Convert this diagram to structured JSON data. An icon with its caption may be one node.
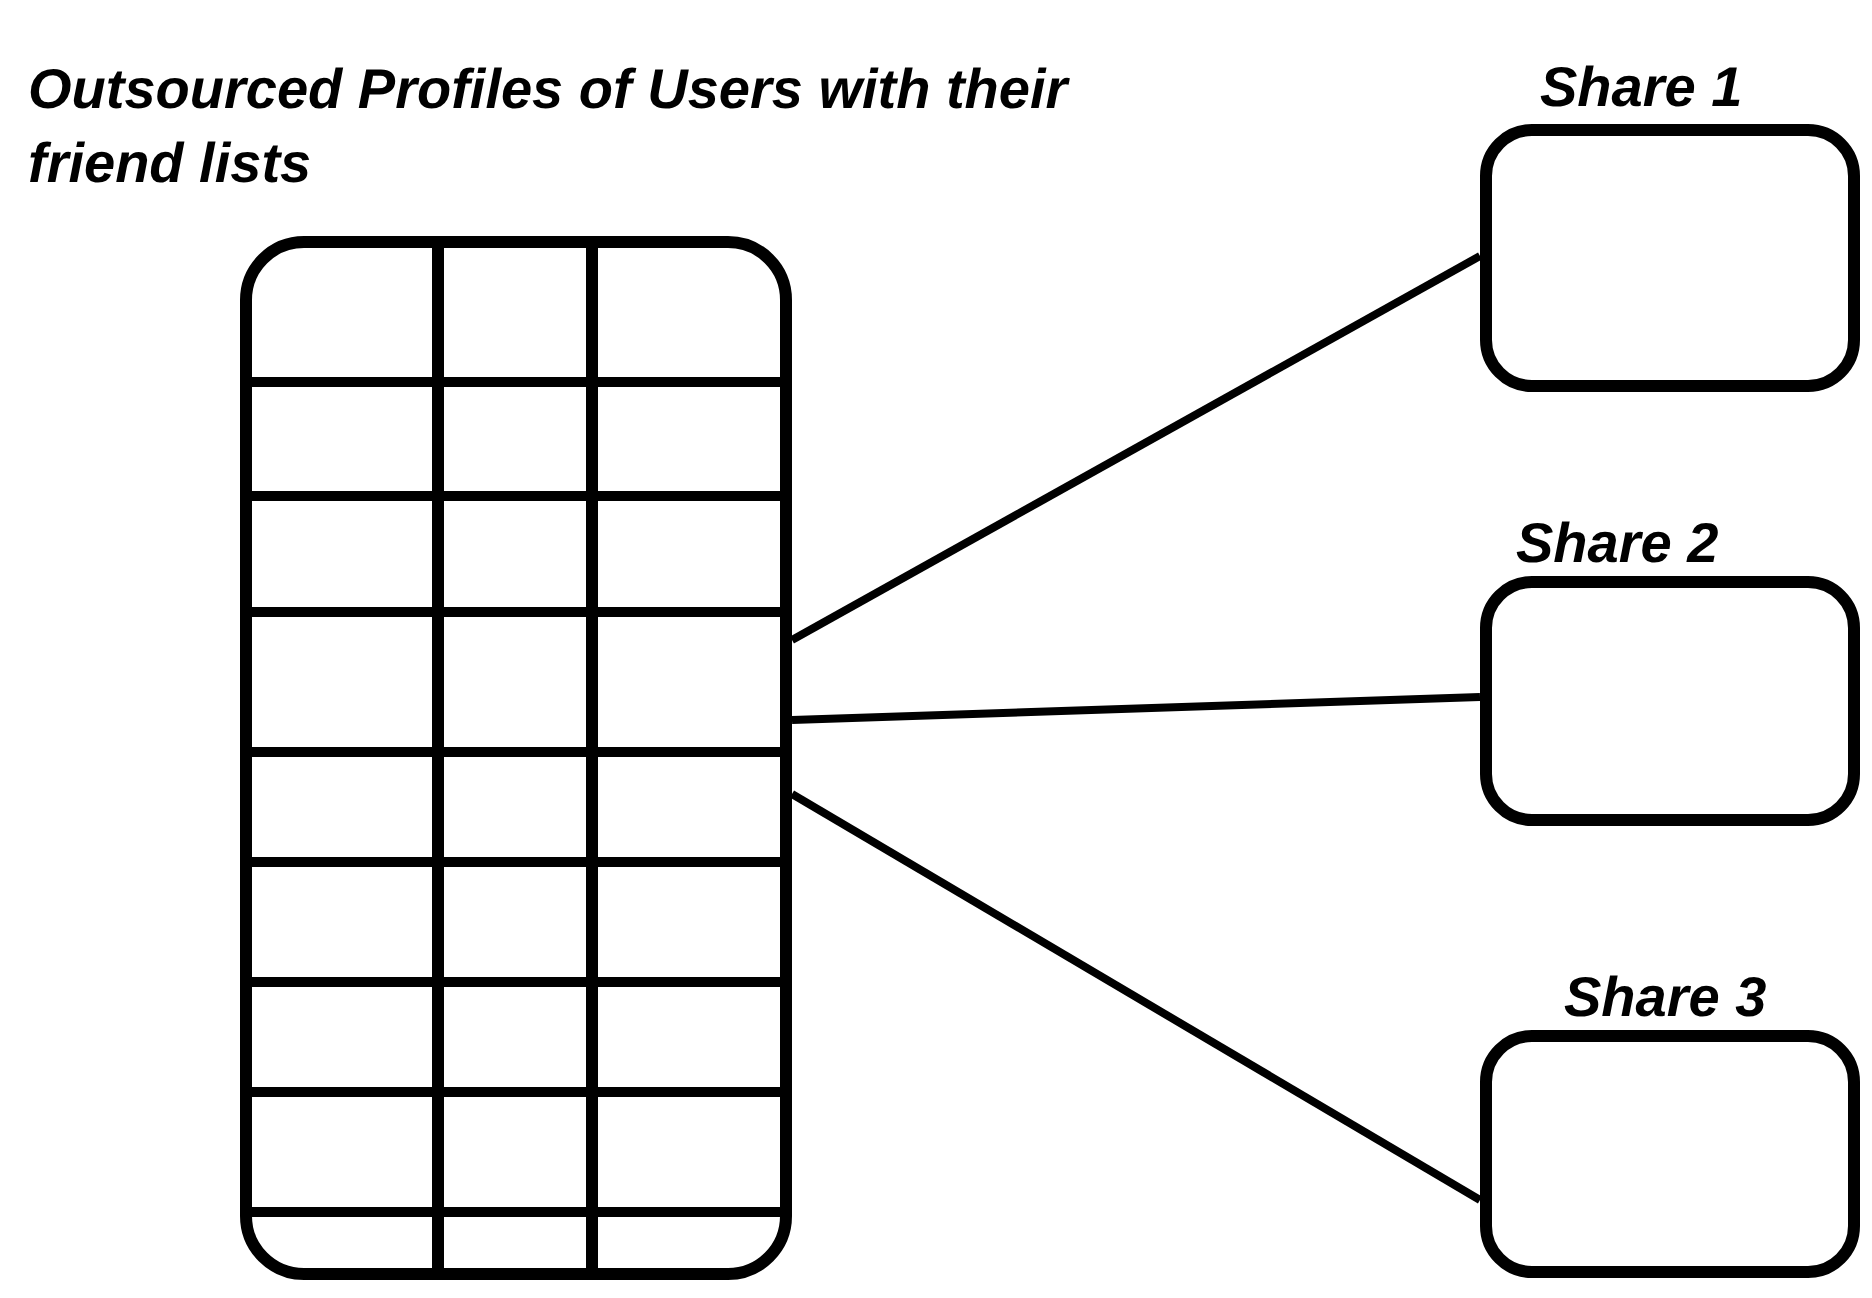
{
  "diagram": {
    "nodes": [
      {
        "text": [
          "Outsourced Profiles of Users with their friend lists"
        ]
      },
      {
        "text": [
          "Share 1"
        ]
      },
      {
        "text": [
          "Share 2"
        ]
      },
      {
        "text": [
          "Share 3"
        ]
      }
    ],
    "edges": [
      {
        "from": 0,
        "to": 1,
        "arrow": "none"
      },
      {
        "from": 0,
        "to": 2,
        "arrow": "none"
      },
      {
        "from": 0,
        "to": 3,
        "arrow": "none"
      }
    ]
  }
}
